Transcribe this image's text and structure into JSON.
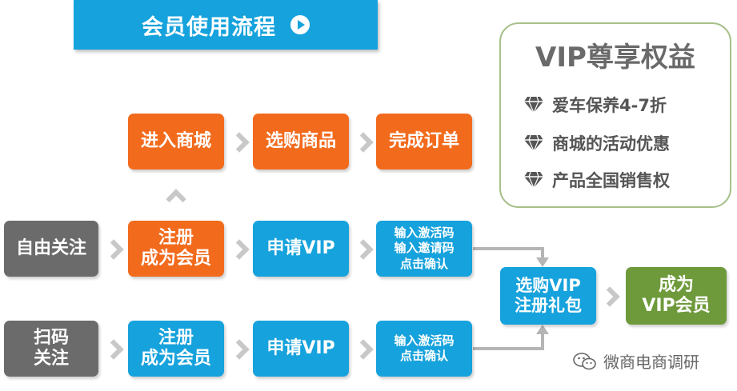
{
  "header": {
    "title": "会员使用流程",
    "icon": "play-icon"
  },
  "top_flow": [
    "进入商城",
    "选购商品",
    "完成订单"
  ],
  "row1": {
    "start": "自由关注",
    "register": "注册\n成为会员",
    "apply": "申请VIP",
    "codes": "输入激活码\n输入邀请码\n点击确认"
  },
  "row2": {
    "start": "扫码\n关注",
    "register": "注册\n成为会员",
    "apply": "申请VIP",
    "codes": "输入激活码\n点击确认"
  },
  "merge": "选购VIP\n注册礼包",
  "final": "成为\nVIP会员",
  "vip_panel": {
    "title": "VIP尊享权益",
    "items": [
      "爱车保养4-7折",
      "商城的活动优惠",
      "产品全国销售权"
    ],
    "icon": "diamond-icon"
  },
  "watermark": {
    "text": "微商电商调研",
    "icon": "wechat-icon"
  },
  "colors": {
    "orange": "#f26b1d",
    "blue": "#16a2dc",
    "gray": "#6b6b6b",
    "green": "#6e9a3b",
    "panel_border": "#a7c08a",
    "connector": "#b5b5b5"
  }
}
